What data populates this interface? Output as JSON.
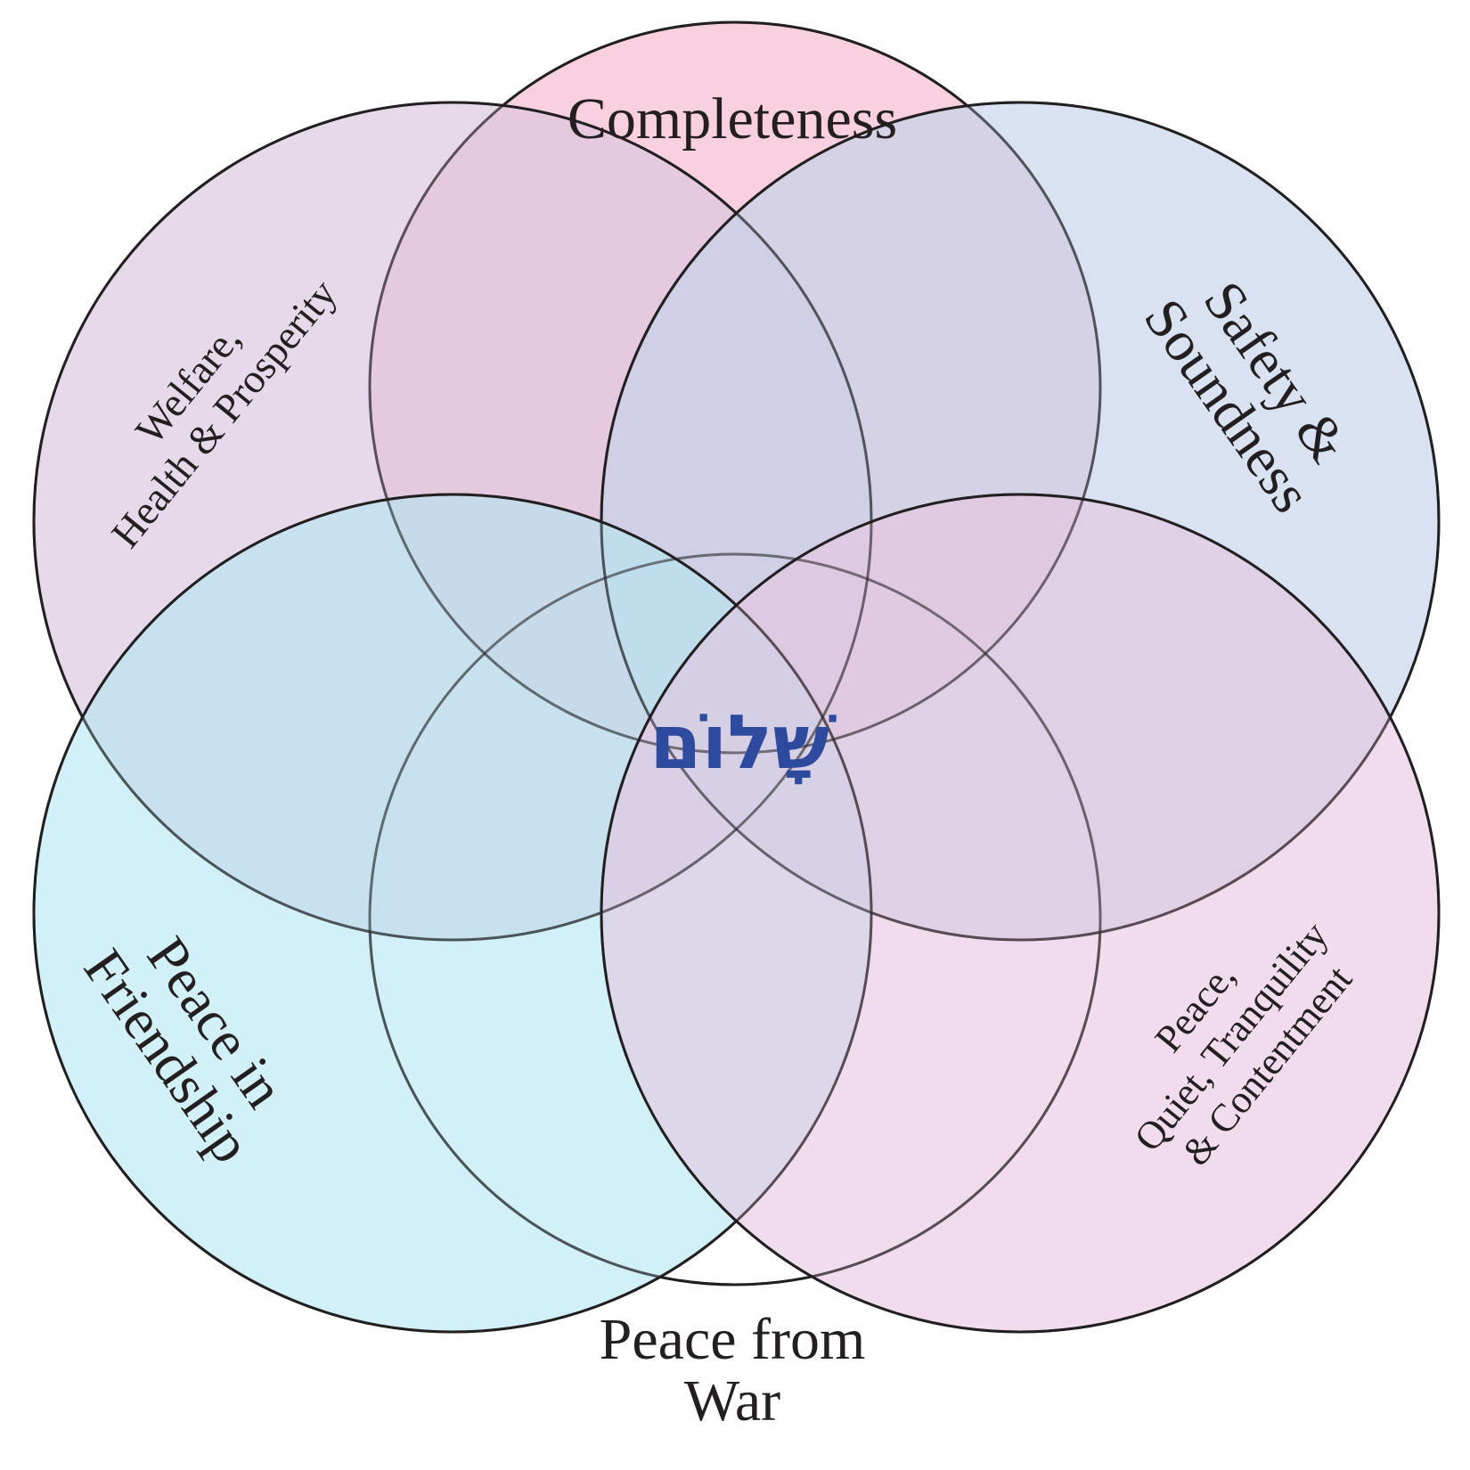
{
  "circles": [
    {
      "id": "completeness",
      "label_lines": [
        "Completeness"
      ],
      "color": "#f4a9c4"
    },
    {
      "id": "welfare",
      "label_lines": [
        "Welfare,",
        "Health & Prosperity"
      ],
      "color": "#d8c4df"
    },
    {
      "id": "safety",
      "label_lines": [
        "Safety &",
        "Soundness"
      ],
      "color": "#c3d3e9"
    },
    {
      "id": "friendship",
      "label_lines": [
        "Peace in",
        "Friendship"
      ],
      "color": "#b4e6f2"
    },
    {
      "id": "tranquility",
      "label_lines": [
        "Peace,",
        "Quiet, Tranquility",
        "& Contentment"
      ],
      "color": "#e6c4df"
    },
    {
      "id": "war",
      "label_lines": [
        "Peace from",
        "War"
      ],
      "color": "#ffffff"
    }
  ],
  "center_label": "שָׁלוֹם",
  "text_color": "#231f20",
  "center_text_color": "#2e4a9e"
}
